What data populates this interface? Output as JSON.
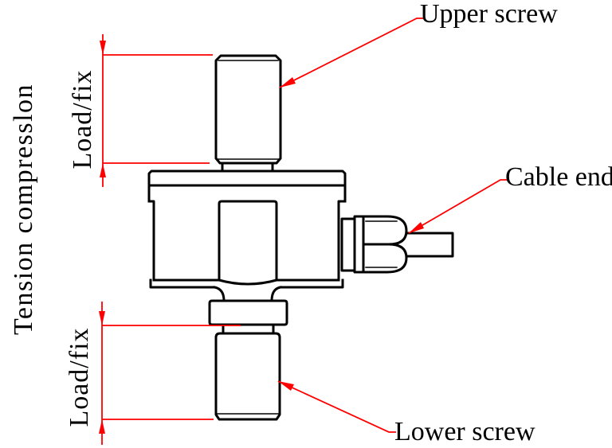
{
  "labels": {
    "upper_screw": "Upper screw",
    "cable_end": "Cable end",
    "lower_screw": "Lower screw",
    "load_fix_top": "Load/fix",
    "load_fix_bottom": "Load/fix",
    "orientation": "Tension compresslon"
  },
  "colors": {
    "line": "#000000",
    "annotation": "#fe0000",
    "background": "#ffffff"
  }
}
